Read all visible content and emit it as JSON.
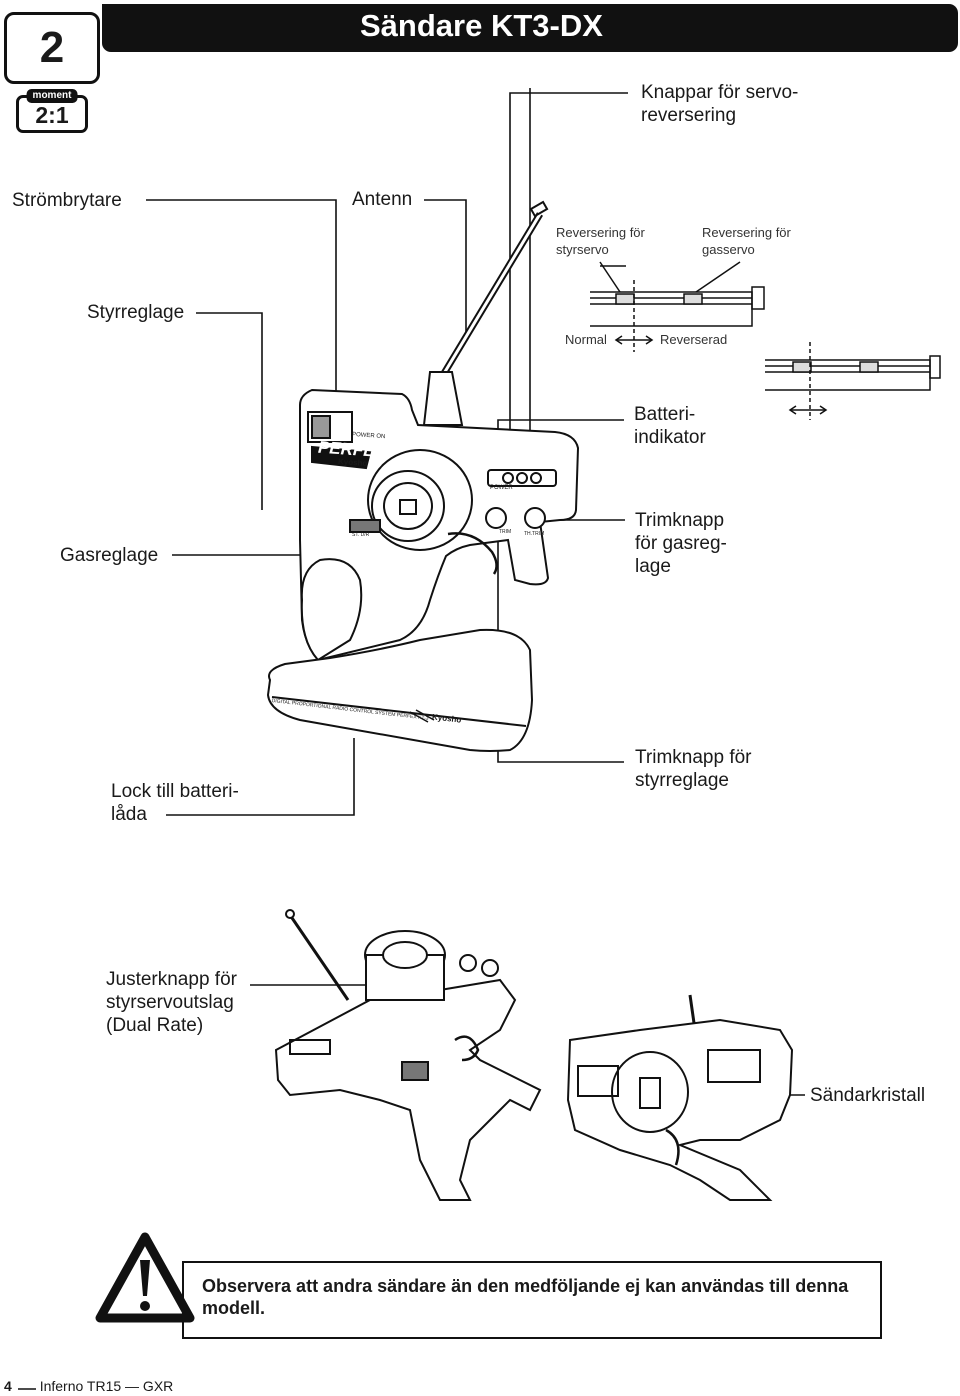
{
  "header": {
    "step_number": "2",
    "moment_tag": "moment",
    "moment_number": "2:1",
    "title": "Sändare KT3-DX"
  },
  "labels": {
    "servo_reverse_buttons": "Knappar för servo-\nreversering",
    "power_switch": "Strömbrytare",
    "antenna": "Antenn",
    "steering_wheel": "Styrreglage",
    "battery_indicator": "Batteri-\nindikator",
    "throttle_trigger": "Gasreglage",
    "throttle_trim": "Trimknapp\nför gasreg-\nlage",
    "battery_cover": "Lock till batteri-\nlåda",
    "steering_trim": "Trimknapp för\nstyrreglage",
    "dual_rate": "Justerknapp för\nstyrservoutslag\n(Dual Rate)",
    "crystal": "Sändarkristall"
  },
  "inset": {
    "steering_reverse": "Reversering för\nstyrservo",
    "throttle_reverse": "Reversering för\ngasservo",
    "normal": "Normal",
    "reversed": "Reverserad"
  },
  "transmitter_print": {
    "power_on": "POWER ON",
    "brand": "PERFEX",
    "maker": "Kyosho",
    "power": "POWER",
    "trim": "TRIM",
    "th_trim": "TH.TRIM",
    "st_dr": "ST. D/R",
    "base_text": "DIGITAL PROPORTIONAL RADIO CONTROL SYSTEM PERFEX KT-3",
    "base_maker": "Kyosho"
  },
  "notice": {
    "text": "Observera att andra sändare än den medföljande ej kan användas till denna modell."
  },
  "footer": {
    "page_number": "4",
    "doc_title": "Inferno TR15 — GXR"
  }
}
